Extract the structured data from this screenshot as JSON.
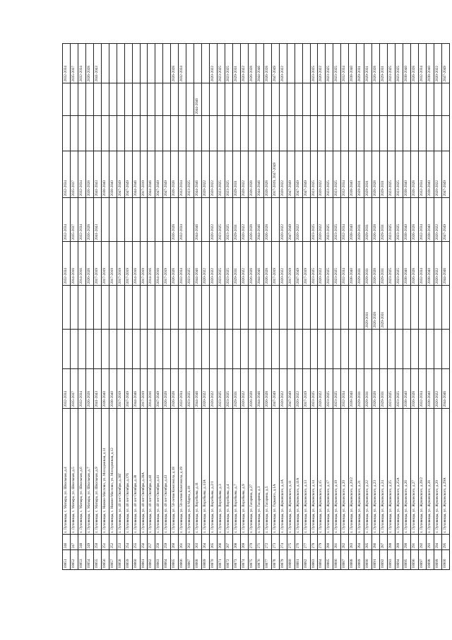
{
  "rows": [
    [
      "18851",
      "246",
      "г. Луховицы, с. Матыра, ул. Школьная, д.4",
      "2032-2034",
      "",
      "",
      "2032-2034",
      "2032-2034",
      "2032-2034",
      "",
      "",
      "2032-2034"
    ],
    [
      "18852",
      "247",
      "г. Луховицы, с. Матыра, ул. Школьная, д.5",
      "2035-2037",
      "",
      "",
      "2014-2016",
      "2035-2037",
      "2035-2037",
      "",
      "",
      "2035-2037"
    ],
    [
      "18853",
      "248",
      "г. Луховицы, с. Матыра, ул. Школьная, д.6",
      "2032-2034",
      "",
      "",
      "2014-2016",
      "2032-2034",
      "2032-2034",
      "",
      "",
      "2032-2034"
    ],
    [
      "18854",
      "249",
      "г. Луховицы, с. Матыра, ул. Школьная, д.7",
      "2026-2028",
      "",
      "",
      "2026-2028",
      "2026-2028",
      "2026-2028",
      "",
      "",
      "2026-2028"
    ],
    [
      "18855",
      "250",
      "г. Луховицы, с. Матыра, ул. Школьная, д.9",
      "2041-2043",
      "",
      "",
      "2017-2019",
      "2041-2043",
      "2041-2043",
      "",
      "",
      "2041-2043"
    ],
    [
      "18856",
      "251",
      "г. Луховицы, с. Нижне-Маслово, ул. Молодежная, д.11",
      "2038-2040",
      "",
      "",
      "2017-2019",
      "",
      "2038-2040",
      "",
      "",
      ""
    ],
    [
      "18857",
      "252",
      "г. Луховицы, с. Нижне-Маслово, ул. Молодежная, д.12",
      "2038-2040",
      "",
      "",
      "2017-2019",
      "",
      "2038-2040",
      "",
      "",
      ""
    ],
    [
      "18858",
      "253",
      "г. Луховицы, ул. 40 лет Октября, д.36Г",
      "2017-2019",
      "",
      "",
      "2017-2019",
      "",
      "2047-2049",
      "",
      "",
      ""
    ],
    [
      "18859",
      "254",
      "г. Луховицы, ул. 40 лет Октября, д.37б",
      "2047-2049",
      "",
      "",
      "2017-2019",
      "",
      "2047-2049",
      "",
      "",
      ""
    ],
    [
      "18860",
      "255",
      "г. Луховицы, ул. 40 лет Октября, д.38",
      "2044-2046",
      "",
      "",
      "2014-2016",
      "",
      "2044-2046",
      "",
      "",
      ""
    ],
    [
      "18861",
      "256",
      "г. Луховицы, ул. 40 лет Октября, д.39А",
      "2017-2019",
      "",
      "",
      "2017-2019",
      "",
      "2017-2019",
      "",
      "",
      ""
    ],
    [
      "18862",
      "257",
      "г. Луховицы, ул. 40 лет Октября, д.40",
      "2014-2016",
      "",
      "",
      "2014-2016",
      "",
      "2044-2046",
      "",
      "",
      ""
    ],
    [
      "18863",
      "258",
      "г. Луховицы, ул. 40 лет Октября, д.41",
      "2047-2049",
      "",
      "",
      "2014-2016",
      "",
      "2047-2049",
      "",
      "",
      ""
    ],
    [
      "18864",
      "259",
      "г. Луховицы, ул. 40 лет Октября, д.43",
      "2026-2028",
      "",
      "",
      "2017-2019",
      "",
      "2047-2049",
      "",
      "",
      ""
    ],
    [
      "18865",
      "260",
      "г. Луховицы, ул. 50-летия Комсомола, д.18",
      "2026-2028",
      "",
      "",
      "2026-2028",
      "2026-2028",
      "2026-2028",
      "",
      "",
      "2026-2028"
    ],
    [
      "18866",
      "261",
      "г. Луховицы, ул. 50-летия Комсомола, д.19",
      "2032-2034",
      "",
      "",
      "2032-2034",
      "2032-2034",
      "2032-2034",
      "",
      "",
      "2032-2034"
    ],
    [
      "18867",
      "262",
      "г. Луховицы, ул. 8 Марта, д.18",
      "2023-2025",
      "",
      "",
      "2023-2025",
      "",
      "2023-2025",
      "",
      "",
      ""
    ],
    [
      "18868",
      "263",
      "г. Луховицы, ул. Воробьева, д.11",
      "2044-2046",
      "",
      "",
      "2044-2046",
      "2044-2046",
      "2044-2046",
      "",
      "2044-2046",
      ""
    ],
    [
      "18869",
      "264",
      "г. Луховицы, ул. Воробьева, д.13А",
      "2020-2022",
      "",
      "",
      "2020-2022",
      "",
      "2020-2022",
      "",
      "",
      ""
    ],
    [
      "18870",
      "265",
      "г. Луховицы, ул. Воробьева, д.2/1",
      "2020-2022",
      "",
      "",
      "2020-2022",
      "2020-2022",
      "2020-2022",
      "",
      "",
      "2020-2022"
    ],
    [
      "18871",
      "266",
      "г. Луховицы, ул. Воробьева, д.3",
      "2023-2025",
      "",
      "",
      "2023-2025",
      "2023-2025",
      "2023-2025",
      "",
      "",
      "2023-2025"
    ],
    [
      "18872",
      "267",
      "г. Луховицы, ул. Воробьева, д.4",
      "2023-2025",
      "",
      "",
      "2023-2025",
      "2023-2025",
      "2023-2025",
      "",
      "",
      "2023-2025"
    ],
    [
      "18873",
      "268",
      "г. Луховицы, ул. Воробьева, д.7",
      "2029-2031",
      "",
      "",
      "2029-2031",
      "2029-2031",
      "2029-2031",
      "",
      "",
      "2029-2031"
    ],
    [
      "18874",
      "269",
      "г. Луховицы, ул. Воробьева, д.9",
      "2020-2022",
      "",
      "",
      "2020-2022",
      "2020-2022",
      "2020-2022",
      "",
      "",
      "2020-2022"
    ],
    [
      "18875",
      "270",
      "г. Луховицы, ул. Гагарина, д.27",
      "2026-2028",
      "",
      "",
      "2026-2028",
      "2026-2028",
      "2026-2028",
      "",
      "",
      "2026-2028"
    ],
    [
      "18876",
      "271",
      "г. Луховицы, ул. Гагарина, д.3",
      "2044-2046",
      "",
      "",
      "2044-2046",
      "2044-2046",
      "2044-2046",
      "",
      "",
      "2044-2046"
    ],
    [
      "18877",
      "272",
      "г. Луховицы, ул. Гагарина, д.5",
      "2026-2028",
      "",
      "",
      "2026-2028",
      "2026-2028",
      "2026-2028",
      "",
      "",
      "2026-2028"
    ],
    [
      "18878",
      "273",
      "г. Луховицы, ул. Горького, д.1А",
      "2047-2049",
      "",
      "",
      "2017-2019",
      "",
      "2017-2019, 2047-2049",
      "",
      "",
      "2047-2049"
    ],
    [
      "18879",
      "274",
      "г. Луховицы, ул. Жуковского, д.1А",
      "2020-2022",
      "",
      "",
      "2020-2022",
      "2020-2022",
      "2020-2022",
      "",
      "",
      "2020-2022"
    ],
    [
      "18880",
      "275",
      "г. Луховицы, ул. Жуковского, д.11",
      "2047-2049",
      "",
      "",
      "2017-2019",
      "2047-2049",
      "2047-2049",
      "",
      "",
      ""
    ],
    [
      "18881",
      "276",
      "г. Луховицы, ул. Жуковского, д.11А",
      "2020-2022",
      "",
      "",
      "2047-2049",
      "2020-2022",
      "2047-2049",
      "",
      "",
      ""
    ],
    [
      "18882",
      "277",
      "г. Луховицы, ул. Жуковского, д.13",
      "2017-2019",
      "",
      "",
      "2017-2019",
      "",
      "2047-2049",
      "",
      "",
      ""
    ],
    [
      "18883",
      "278",
      "г. Луховицы, ул. Жуковского, д.14",
      "2023-2025",
      "",
      "",
      "2023-2025",
      "2023-2025",
      "2023-2025",
      "",
      "",
      "2023-2025"
    ],
    [
      "18884",
      "279",
      "г. Луховицы, ул. Жуковского, д.15",
      "2020-2022",
      "",
      "",
      "2020-2022",
      "2020-2022",
      "2020-2022",
      "",
      "",
      "2020-2022"
    ],
    [
      "18885",
      "280",
      "г. Луховицы, ул. Жуковского, д.17",
      "2023-2025",
      "",
      "",
      "2023-2025",
      "2023-2025",
      "2023-2025",
      "",
      "",
      "2023-2025"
    ],
    [
      "18886",
      "281",
      "г. Луховицы, ул. Жуковского, д.19",
      "2023-2025",
      "",
      "",
      "2023-2025",
      "2023-2025",
      "2023-2025",
      "",
      "",
      "2023-2025"
    ],
    [
      "18887",
      "282",
      "г. Луховицы, ул. Жуковского, д.20",
      "2032-2034",
      "",
      "",
      "2032-2034",
      "2032-2034",
      "2032-2034",
      "",
      "",
      "2032-2034"
    ],
    [
      "18888",
      "283",
      "г. Луховицы, ул. Жуковского, д.20/2",
      "2038-2040",
      "",
      "",
      "2038-2040",
      "2038-2040",
      "2038-2040",
      "",
      "",
      "2038-2040"
    ],
    [
      "18889",
      "284",
      "г. Луховицы, ул. Жуковского, д.21",
      "2029-2031",
      "",
      "",
      "2029-2031",
      "2029-2031",
      "2029-2031",
      "",
      "",
      "2029-2031"
    ],
    [
      "18890",
      "285",
      "г. Луховицы, ул. Жуковского, д.22",
      "2029-2031",
      "",
      "2029-2031",
      "2029-2031",
      "2029-2031",
      "2029-2031",
      "",
      "",
      "2029-2031"
    ],
    [
      "18891",
      "286",
      "г. Луховицы, ул. Жуковского, д.23",
      "2026-2028",
      "",
      "2026-2028",
      "2026-2028",
      "2026-2028",
      "2026-2028",
      "",
      "",
      "2026-2028"
    ],
    [
      "18892",
      "287",
      "г. Луховицы, ул. Жуковского, д.24",
      "2029-2031",
      "",
      "2029-2031",
      "2029-2031",
      "2029-2031",
      "2029-2031",
      "",
      "",
      "2029-2031"
    ],
    [
      "18893",
      "288",
      "г. Луховицы, ул. Жуковского, д.25",
      "2023-2025",
      "",
      "",
      "2023-2025",
      "2023-2025",
      "2023-2025",
      "",
      "",
      "2023-2025"
    ],
    [
      "18894",
      "289",
      "г. Луховицы, ул. Жуковского, д.25А",
      "2023-2025",
      "",
      "",
      "2023-2025",
      "2023-2025",
      "2023-2025",
      "",
      "",
      "2023-2025"
    ],
    [
      "18895",
      "290",
      "г. Луховицы, ул. Жуковского, д.26",
      "2038-2040",
      "",
      "",
      "2038-2040",
      "2038-2040",
      "2038-2040",
      "",
      "",
      "2038-2040"
    ],
    [
      "18896",
      "291",
      "г. Луховицы, ул. Жуковского, д.27",
      "2026-2028",
      "",
      "",
      "2026-2028",
      "2026-2028",
      "2026-2028",
      "",
      "",
      "2026-2028"
    ],
    [
      "18897",
      "292",
      "г. Луховицы, ул. Жуковского, д.28/2",
      "2032-2034",
      "",
      "",
      "2032-2034",
      "2032-2034",
      "2032-2034",
      "",
      "",
      "2032-2034"
    ],
    [
      "18898",
      "293",
      "г. Луховицы, ул. Жуковского, д.28",
      "2038-2040",
      "",
      "",
      "2038-2040",
      "2038-2040",
      "2038-2040",
      "",
      "",
      "2038-2040"
    ],
    [
      "18899",
      "294",
      "г. Луховицы, ул. Жуковского, д.29",
      "2020-2022",
      "",
      "",
      "2020-2022",
      "2020-2022",
      "2020-2022",
      "",
      "",
      "2020-2022"
    ],
    [
      "18900",
      "295",
      "г. Луховицы, ул. Жуковского, д.29А",
      "2044-2046",
      "",
      "",
      "2044-2046",
      "2047-2049",
      "2047-2049",
      "",
      "",
      "2047-2049"
    ]
  ]
}
